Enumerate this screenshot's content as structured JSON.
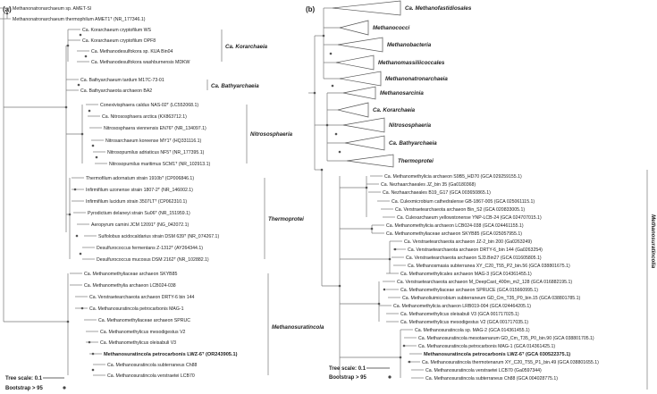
{
  "panel_a": {
    "label": "(a)",
    "leaves": [
      {
        "t": "Methanonatronarchaeum sp. AMET-Sl"
      },
      {
        "t": "Methanonatronarchaeum thermophilum AMET1ᵀ (NR_177346.1)"
      },
      {
        "t": "Ca. Korarchaeum cryptofilum WS"
      },
      {
        "t": "Ca. Korarchaeum cryptofilum OPF8"
      },
      {
        "t": "Ca. Methanodesulfokora sp. KUA Bin04"
      },
      {
        "t": "Ca. Methanodesulfokora washburnensis MDKW"
      },
      {
        "t": "Ca. Bathyarchaeum tardum M17C-73-01"
      },
      {
        "t": "Ca. Bathyarchaeota archaeon BA2"
      },
      {
        "t": "Conexivisphaera caldus NAS-02ᵀ (LC552068.1)"
      },
      {
        "t": "Ca. Nitrososphaera arctica (KX863712.1)"
      },
      {
        "t": "Nitrososphaera viennensis EN76ᵀ (NR_134097.1)"
      },
      {
        "t": "Nitrosarchaeum koreense MY1ᵀ (HQ331116.1)"
      },
      {
        "t": "Nitrosopumilus adriaticus NF5ᵀ (NR_177395.1)"
      },
      {
        "t": "Nitrosopumilus maritimus SCM1ᵀ (NR_102913.1)"
      },
      {
        "t": "Thermofilum adornatum strain 1910bᵀ (CP006846.1)"
      },
      {
        "t": "Infirmifilum uzonense strain 1807-2ᵀ (NR_146002.1)"
      },
      {
        "t": "Infirmifilum lucidum strain 3507LTᵀ (CP062310.1)"
      },
      {
        "t": "Pyrodictium delaneyi strain Su06ᵀ (NR_151959.1)"
      },
      {
        "t": "Aeropyrum camini JCM 12091ᵀ (NG_042072.1)"
      },
      {
        "t": "Sulfolobus acidocaldarius strain DSM 639ᵀ (NR_074267.1)"
      },
      {
        "t": "Desulfurococcus fermentans Z-1312ᵀ (AY264344.1)"
      },
      {
        "t": "Desulfurococcus mucosus DSM 2162ᵀ (NR_102882.1)"
      },
      {
        "t": "Ca. Methanomethyliaceae archaeon SKYB85"
      },
      {
        "t": "Ca. Methanomethylia archaeon LCB024-038"
      },
      {
        "t": "Ca. Verstraetearchaeota archaeon DRTY-6 bin 144"
      },
      {
        "t": "Ca. Methanosuratincola petrocarbonis MAG-1"
      },
      {
        "t": "Ca. Methanomethyliaceae archaeon SPRUC"
      },
      {
        "t": "Ca. Methanomethylicus mesodigestus V2"
      },
      {
        "t": "Ca. Methanomethylicus oleisabuli V3"
      },
      {
        "t": "Methanosuratincola petrocarbonis LWZ-6ᵀ (OR243905.1)",
        "bold": true
      },
      {
        "t": "Ca. Methanosuratincola subterraneus Ch88"
      },
      {
        "t": "Ca. Methanosuratincola verstraetei LCB70"
      }
    ],
    "clades": [
      {
        "name": "Ca. Korarchaeia"
      },
      {
        "name": "Ca. Bathyarchaeia"
      },
      {
        "name": "Nitrososphaeria"
      },
      {
        "name": "Thermoprotei"
      },
      {
        "name": "Methanosuratincola"
      }
    ],
    "tree_scale_label": "Tree scale: 0.1",
    "bootstrap_label": "Bootstrap > 95"
  },
  "panel_b": {
    "label": "(b)",
    "collapsed": [
      {
        "name": "Ca. Methanofastidiosales"
      },
      {
        "name": "Methanococci"
      },
      {
        "name": "Methanobacteria"
      },
      {
        "name": "Methanomassiliicoccales"
      },
      {
        "name": "Methanonatronarchaeia"
      },
      {
        "name": "Methanosarcinia"
      },
      {
        "name": "Ca. Korarchaeia"
      },
      {
        "name": "Nitrososphaeria"
      },
      {
        "name": "Ca. Bathyarchaeia"
      },
      {
        "name": "Thermoprotei"
      }
    ],
    "leaves": [
      {
        "t": "Ca. Methanomethylicia archaeon S9B5_HD70 (GCA 029259155.1)"
      },
      {
        "t": "Ca. Nezhaarchaeales JZ_bin 35 (Ga0180368)"
      },
      {
        "t": "Ca. Nezhaarchaeales B19_G17 (GCA 003650865.1)"
      },
      {
        "t": "Ca. Culexmicrobium cathedralense GB-1867-005 (GCA 025061115.1)"
      },
      {
        "t": "Ca. Verstraetearchaeota archaeon Bin_S2 (GCA 020833005.1)"
      },
      {
        "t": "Ca. Culexarchaeum yellowstonense YNP-LCB-24 (GCA 024707015.1)"
      },
      {
        "t": "Ca. Methanomethylicia archaeon LCB024-038 (GCA 024461155.1)"
      },
      {
        "t": "Ca. Methanomethyliaceae archaeon SKYB85 (GCA 025057955.1)"
      },
      {
        "t": "Ca. Verstraetearchaeota archaeon JZ-2_bin 200 (Ga0263249)"
      },
      {
        "t": "Ca. Verstraetearchaeota archaeon DRTY-6_bin 144 (Ga0263254)"
      },
      {
        "t": "Ca. Verstraetearchaeota archaeon SJ3.Bin27 (GCA 011605805.1)"
      },
      {
        "t": "Ca. Methanosmasia subterranea XY_C20_T55_P2_bin.56 (GCA 038801675.1)"
      },
      {
        "t": "Ca. Methanomethylicales archaeon MAG-3 (GCA 014361455.1)"
      },
      {
        "t": "Ca. Verstraetearchaeota archaeon M_DeepCast_400m_m2_128 (GCA 016882195.1)"
      },
      {
        "t": "Ca. Methanomethyliaceae archaeon SPRUCE (GCA 015660995.1)"
      },
      {
        "t": "Ca. Methanoliuimicrobium subterraneum GD_Cm_T35_P0_bin.15 (GCA 038801785.1)"
      },
      {
        "t": "Ca. Methanomethylicia archaeon LRB019-004 (GCA 024464205.1)"
      },
      {
        "t": "Ca. Methanomethylicus oleisabuli V3 (GCA 001717025.1)"
      },
      {
        "t": "Ca. Methanomethylicus mesodigestus V2 (GCA 001717035.1)"
      },
      {
        "t": "Ca. Methanosuratincola sp. MAG-2 (GCA 014361455.1)"
      },
      {
        "t": "Ca. Methanosuratincola mesotaenarum GD_Cm_T35_P0_bin.90 (GCA 038801705.1)"
      },
      {
        "t": "Ca. Methanosuratincola petrocarbonis MAG-1 (GCA 014361425.1)"
      },
      {
        "t": "Methanosuratincola petrocarbonis LWZ-6ᵀ (GCA 030522375.1)",
        "bold": true
      },
      {
        "t": "Ca. Methanosuratincola thermotenarum XY_C20_T55_P1_bin.49 (GCA 038801655.1)"
      },
      {
        "t": "Ca. Methanosuratincola verstraetei LCB70 (Ga0597344)"
      },
      {
        "t": "Ca. Methanosuratincola subterraneus Ch88 (GCA 004028775.1)"
      }
    ],
    "group_label": "Methanosuratincolia",
    "tree_scale_label": "Tree scale: 0.1",
    "bootstrap_label": "Bootstrap > 95"
  }
}
